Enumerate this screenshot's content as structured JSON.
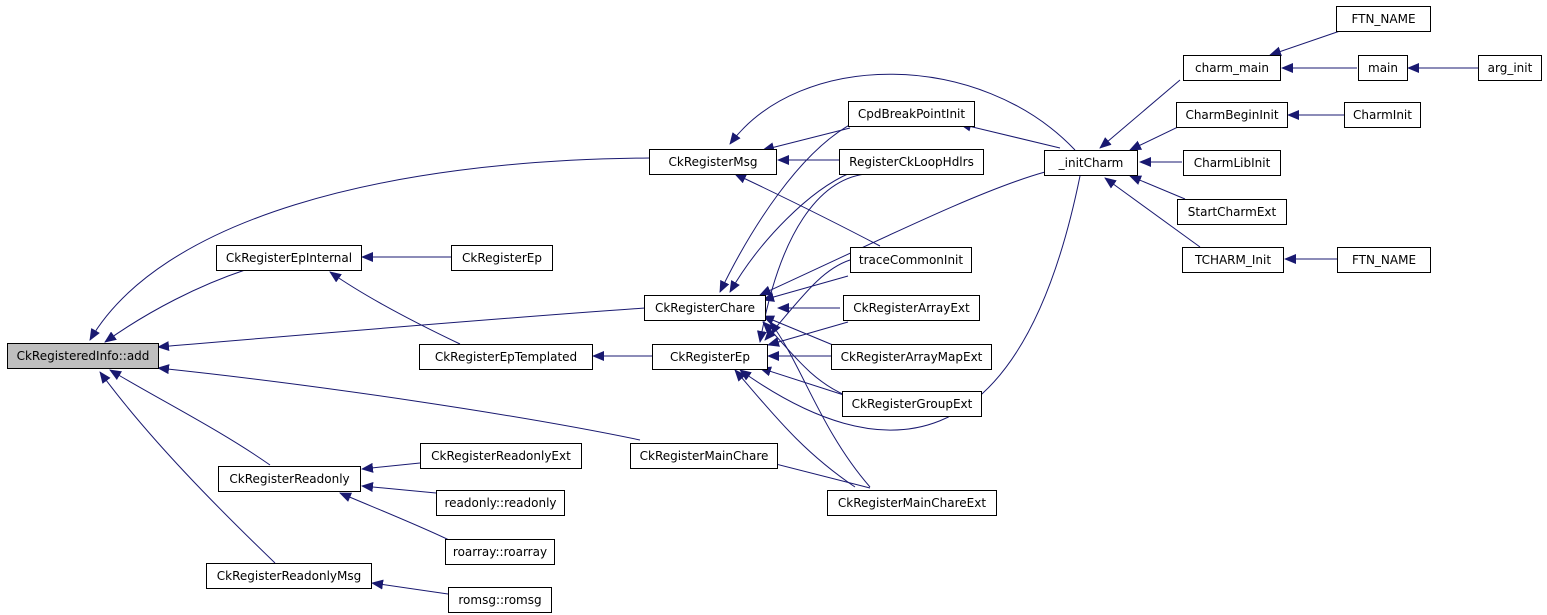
{
  "graph": {
    "edge_color": "#191970",
    "root_fill": "#bfbfbf",
    "nodes": {
      "root": "CkRegisteredInfo::add",
      "reg_msg": "CkRegisterMsg",
      "reg_ep_internal": "CkRegisterEpInternal",
      "reg_ep_a": "CkRegisterEp",
      "reg_chare": "CkRegisterChare",
      "reg_ep_templated": "CkRegisterEpTemplated",
      "reg_ep_b": "CkRegisterEp",
      "reg_main_chare": "CkRegisterMainChare",
      "reg_readonly": "CkRegisterReadonly",
      "reg_readonly_ext": "CkRegisterReadonlyExt",
      "readonly_ctor": "readonly::readonly",
      "roarray_ctor": "roarray::roarray",
      "reg_readonly_msg": "CkRegisterReadonlyMsg",
      "romsg_ctor": "romsg::romsg",
      "cpd_break": "CpdBreakPointInit",
      "reg_loop_hdlrs": "RegisterCkLoopHdlrs",
      "trace_common": "traceCommonInit",
      "reg_array_ext": "CkRegisterArrayExt",
      "reg_array_map_ext": "CkRegisterArrayMapExt",
      "reg_group_ext": "CkRegisterGroupExt",
      "reg_main_chare_ext": "CkRegisterMainChareExt",
      "init_charm": "_initCharm",
      "charm_main": "charm_main",
      "charm_begin_init": "CharmBeginInit",
      "charm_lib_init": "CharmLibInit",
      "start_charm_ext": "StartCharmExt",
      "tcharm_init": "TCHARM_Init",
      "ftn_name_a": "FTN_NAME",
      "main": "main",
      "arg_init": "arg_init",
      "charm_init": "CharmInit",
      "ftn_name_b": "FTN_NAME"
    }
  }
}
